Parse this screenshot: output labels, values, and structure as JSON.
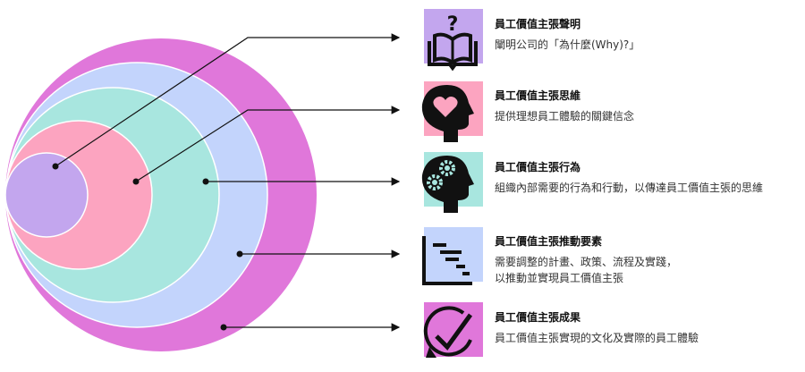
{
  "colors": {
    "statement": "#C3A6EE",
    "mindset": "#FCA4C0",
    "behaviors": "#A8E6DF",
    "enablers": "#C3D4FC",
    "outcomes": "#E077DA"
  },
  "items": [
    {
      "title": "員工價值主張聲明",
      "desc": [
        "闡明公司的「為什麼(Why)?」"
      ],
      "icon": "book-question-icon"
    },
    {
      "title": "員工價值主張思維",
      "desc": [
        "提供理想員工體驗的關鍵信念"
      ],
      "icon": "head-heart-icon"
    },
    {
      "title": "員工價值主張行為",
      "desc": [
        "組織內部需要的行為和行動，以傳達員工價值主張的思維"
      ],
      "icon": "head-gears-icon"
    },
    {
      "title": "員工價值主張推動要素",
      "desc": [
        "需要調整的計畫、政策、流程及實踐，",
        "以推動並實現員工價值主張"
      ],
      "icon": "gantt-chart-icon"
    },
    {
      "title": "員工價值主張成果",
      "desc": [
        "員工價值主張實現的文化及實際的員工體驗"
      ],
      "icon": "check-cycle-icon"
    }
  ]
}
